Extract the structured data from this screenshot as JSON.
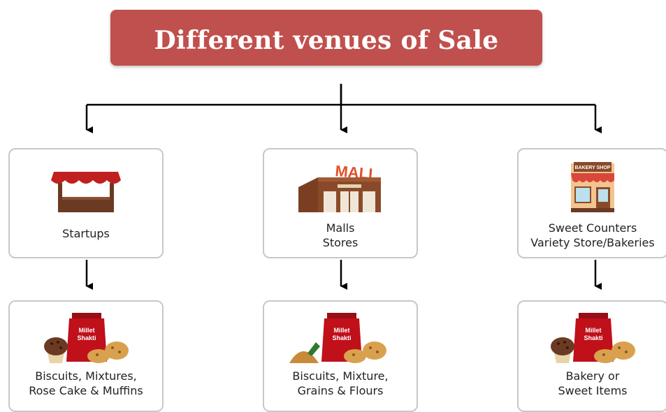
{
  "title": "Different venues of Sale",
  "columns": [
    {
      "venue": {
        "icon": "market-stall-icon",
        "lines": [
          "Startups"
        ]
      },
      "product": {
        "icon": "millet-shakti-pack-with-muffin-and-cookies-icon",
        "pack_text": [
          "Millet",
          "Shakti"
        ],
        "lines": [
          "Biscuits, Mixtures,",
          "Rose Cake & Muffins"
        ]
      }
    },
    {
      "venue": {
        "icon": "mall-building-icon",
        "sign": "MALL",
        "lines": [
          "Malls",
          "Stores"
        ]
      },
      "product": {
        "icon": "millet-shakti-pack-with-grain-pile-and-cookies-icon",
        "pack_text": [
          "Millet",
          "Shakti"
        ],
        "lines": [
          "Biscuits, Mixture,",
          "Grains & Flours"
        ]
      }
    },
    {
      "venue": {
        "icon": "bakery-shop-icon",
        "sign": "BAKERY SHOP",
        "lines": [
          "Sweet Counters",
          "Variety Store/Bakeries"
        ]
      },
      "product": {
        "icon": "millet-shakti-pack-with-muffin-and-cookies-icon",
        "pack_text": [
          "Millet",
          "Shakti"
        ],
        "lines": [
          "Bakery or",
          "Sweet Items"
        ]
      }
    }
  ],
  "colors": {
    "title_bg": "#c0504d",
    "stall_red": "#c0201f",
    "stall_brown": "#6b3a22",
    "mall_brown": "#8a4a2a",
    "mall_sign": "#e0522a",
    "pack_red": "#c0101a",
    "cookie": "#d9a14e"
  }
}
